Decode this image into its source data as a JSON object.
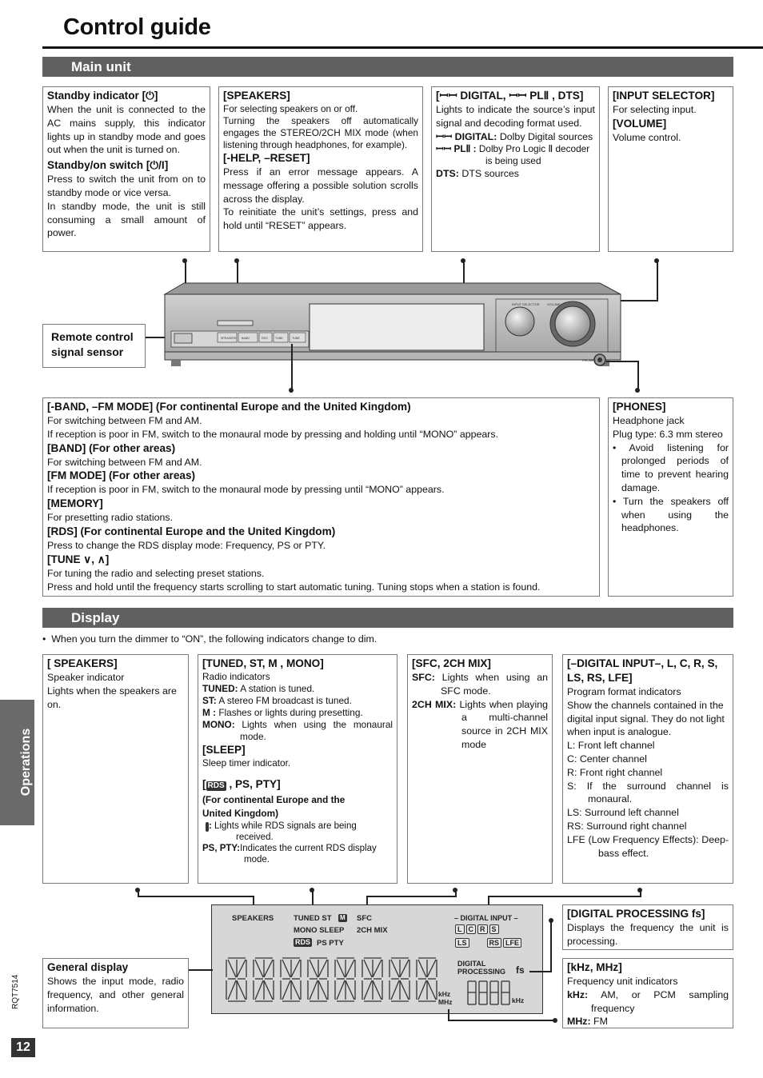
{
  "page": {
    "title": "Control guide",
    "main_unit_heading": "Main unit",
    "display_heading": "Display",
    "side_tab": "Operations",
    "page_number": "12",
    "doc_code": "RQT7514"
  },
  "main_unit": {
    "standby": {
      "title1": "Standby indicator [⏻]",
      "text1": "When the unit is connected to the AC mains supply, this indicator lights up in standby mode and goes out when the unit is turned on.",
      "title2": "Standby/on switch [⏻/I]",
      "text2": "Press to switch the unit from on to standby mode or vice versa.",
      "text3": "In standby mode, the unit is still consuming a small amount of power."
    },
    "speakers": {
      "title1": "[SPEAKERS]",
      "text1": "For selecting speakers on or off.",
      "text2": "Turning the speakers off automatically engages the STEREO/2CH MIX mode (when listening through headphones, for example).",
      "title2": "[-HELP, –RESET]",
      "text3": "Press if an error message appears. A message offering a possible solution scrolls across the display.",
      "text4": "To reinitiate the unit’s settings, press and hold until “RESET” appears."
    },
    "digital": {
      "title": "[ꟷꟷ DIGITAL, ꟷꟷ PLⅡ , DTS]",
      "text1": "Lights to indicate the source’s input signal and decoding format used.",
      "row1_label": "ꟷꟷ DIGITAL:",
      "row1_text": "Dolby Digital sources",
      "row2_label": "ꟷꟷ PLⅡ :",
      "row2_text": "Dolby Pro Logic Ⅱ decoder is being used",
      "row3_label": "DTS:",
      "row3_text": "DTS sources"
    },
    "input": {
      "title1": "[INPUT SELECTOR]",
      "text1": "For selecting input.",
      "title2": "[VOLUME]",
      "text2": "Volume control."
    },
    "remote_sensor": "Remote control signal sensor",
    "band": {
      "title1": "[-BAND, –FM MODE] (For continental Europe and the United Kingdom)",
      "text1": "For switching between FM and AM.",
      "text2": "If reception is poor in FM, switch to the monaural mode by pressing and holding until “MONO” appears.",
      "title2": "[BAND] (For other areas)",
      "text3": "For switching between FM and AM.",
      "title3": "[FM MODE] (For other areas)",
      "text4": "If reception is poor in FM, switch to the monaural mode by pressing until “MONO” appears.",
      "title4": "[MEMORY]",
      "text5": "For presetting radio stations.",
      "title5": "[RDS] (For continental Europe and the United Kingdom)",
      "text6": "Press to change the RDS display mode: Frequency, PS or PTY.",
      "title6": "[TUNE ∨, ∧]",
      "text7": "For tuning the radio and selecting preset stations.",
      "text8": "Press and hold until the frequency starts scrolling to start automatic tuning. Tuning stops when a station is found."
    },
    "phones": {
      "title": "[PHONES]",
      "text1": "Headphone jack",
      "text2": "Plug type: 6.3 mm stereo",
      "bullet1": "Avoid listening for prolonged periods of time to prevent hearing damage.",
      "bullet2": "Turn the speakers off when using the headphones."
    },
    "device_labels": {
      "input_selector": "INPUT SELECTOR",
      "volume": "VOLUME",
      "phones": "PHONES",
      "btn1": "SPEAKERS",
      "btn2": "BAND",
      "btn3": "RDS",
      "btn4": "TUNE",
      "btn5": "TUNE"
    }
  },
  "display": {
    "note": "When you turn the dimmer to “ON”, the following indicators change to dim.",
    "speakers": {
      "title": "[ SPEAKERS]",
      "text1": "Speaker indicator",
      "text2": "Lights when the speakers are on."
    },
    "tuned": {
      "title": "[TUNED, ST, M , MONO]",
      "text1": "Radio indicators",
      "r1_label": "TUNED:",
      "r1_text": "A station is tuned.",
      "r2_label": "ST:",
      "r2_text": "A stereo FM broadcast is tuned.",
      "r3_label": "M :",
      "r3_text": "Flashes or lights during presetting.",
      "r4_label": "MONO:",
      "r4_text": "Lights when using the monaural mode.",
      "title2": "[SLEEP]",
      "text2": "Sleep timer indicator.",
      "title3": ", PS, PTY]",
      "rds": "RDS",
      "sub": "(For continental Europe and the United Kingdom)",
      "r5_label": ":",
      "r5_text": "Lights while RDS signals are being received.",
      "r6_label": "PS, PTY:",
      "r6_text": "Indicates the current RDS display mode."
    },
    "sfc": {
      "title": "[SFC, 2CH MIX]",
      "r1_label": "SFC:",
      "r1_text": "Lights when using an SFC mode.",
      "r2_label": "2CH MIX:",
      "r2_text": "Lights when playing a multi-channel source in 2CH MIX mode"
    },
    "channels": {
      "title": "[–DIGITAL INPUT–, L, C, R, S, LS, RS, LFE]",
      "text1": "Program format indicators",
      "text2": "Show the channels contained in the digital input signal. They do not light when input is analogue.",
      "items": [
        "L: Front left channel",
        "C: Center channel",
        "R: Front right channel",
        "S: If the surround channel is monaural.",
        "LS: Surround left channel",
        "RS: Surround right channel",
        "LFE (Low Frequency Effects): Deep-bass effect."
      ]
    },
    "dp": {
      "title": "[DIGITAL PROCESSING fs]",
      "text": "Displays the frequency the unit is processing."
    },
    "general": {
      "title": "General display",
      "text": "Shows the input mode, radio frequency, and other general information."
    },
    "khz": {
      "title": "[kHz, MHz]",
      "text1": "Frequency unit indicators",
      "r1_label": "kHz:",
      "r1_text": "AM, or PCM sampling frequency",
      "r2_label": "MHz:",
      "r2_text": "FM"
    },
    "lcd": {
      "speakers": "SPEAKERS",
      "tuned_st": "TUNED ST",
      "m": "M",
      "sfc": "SFC",
      "mono_sleep": "MONO SLEEP",
      "mix": "2CH MIX",
      "rds": "RDS",
      "ps_pty": "PS PTY",
      "digital_input": "– DIGITAL INPUT –",
      "ch_row1": [
        "L",
        "C",
        "R",
        "S"
      ],
      "ch_row2": [
        "LS",
        "RS",
        "LFE"
      ],
      "digital_processing": "DIGITAL PROCESSING",
      "fs": "fs",
      "khz": "kHz",
      "mhz": "MHz",
      "khz2": "kHz"
    }
  }
}
